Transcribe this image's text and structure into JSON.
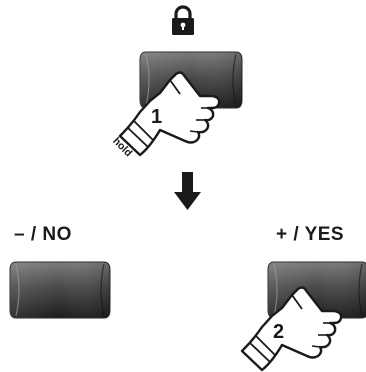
{
  "lock_icon": "padlock-icon",
  "arrow_icon": "down-arrow-icon",
  "step1": {
    "finger_number": "1",
    "hold_label": "hold"
  },
  "step2": {
    "finger_number": "2"
  },
  "buttons": {
    "no_label": "– / NO",
    "yes_label": "+ / YES"
  },
  "colors": {
    "button_top": "#6a6a6a",
    "button_bottom": "#1f1f1f",
    "ink": "#1a1a1a"
  }
}
